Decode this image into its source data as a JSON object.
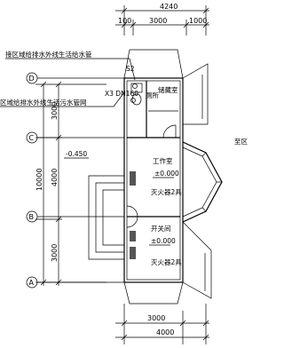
{
  "dimensions": {
    "top_total": "4240",
    "top_left": "100",
    "top_mid": "3000",
    "top_right": "1000",
    "left_total": "10000",
    "left_upper": "4000",
    "left_upper2": "3000",
    "left_lower": "3000",
    "bottom_mid": "3000",
    "bottom_total": "4000"
  },
  "axes": {
    "D": "D",
    "C": "C",
    "B": "B",
    "A": "A"
  },
  "notes": {
    "water_supply": "接区域给排水外线生活给水管",
    "drainage": "区域给排水外线生活污水管网",
    "pipe_tag": "S2",
    "pipe_size": "X3 DN160",
    "right_edge": "至区"
  },
  "rooms": {
    "storage": "储藏室",
    "toilet": "厕所",
    "work_room": "工作室",
    "work_level": "±0.000",
    "extinguisher_1": "灭火器2具",
    "switch_room": "开关间",
    "switch_level": "±0.000",
    "extinguisher_2": "灭火器2具"
  },
  "levels": {
    "outside": "-0.450"
  }
}
